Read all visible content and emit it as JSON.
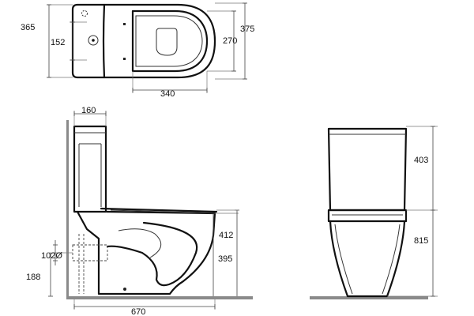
{
  "dimensions": {
    "top_depth": "365",
    "top_tank_offset": "152",
    "top_seat_width": "340",
    "top_seat_depth": "270",
    "top_total_depth": "375",
    "side_tank_depth": "160",
    "side_total_length": "670",
    "side_seat_height": "412",
    "side_bowl_height": "395",
    "side_outlet_diameter": "102Ø",
    "side_outlet_height": "188",
    "front_tank_height": "403",
    "front_total_height": "815"
  },
  "colors": {
    "line": "#111111",
    "floor": "#8a8a8a"
  }
}
